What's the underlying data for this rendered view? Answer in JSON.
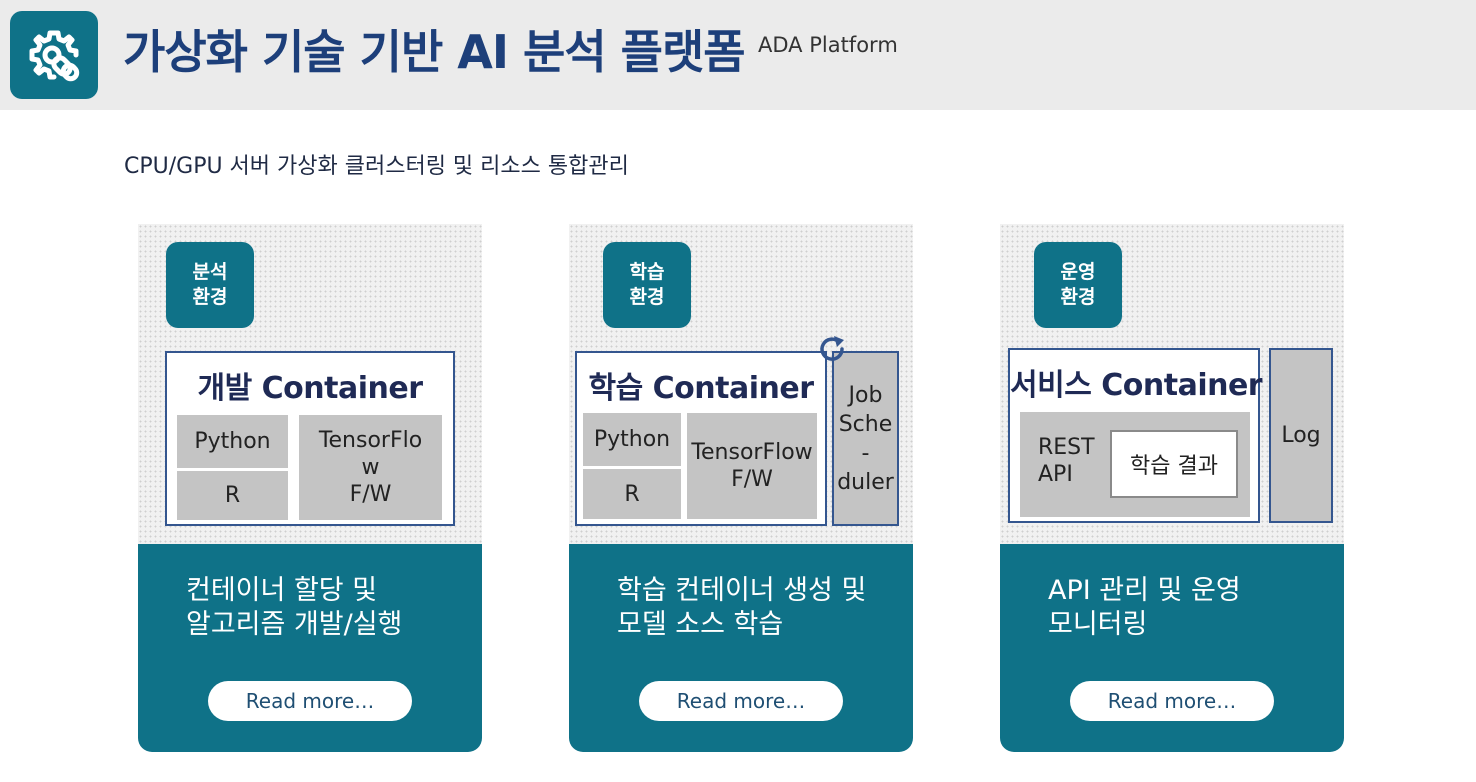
{
  "header": {
    "title": "가상화 기술 기반 AI 분석 플랫폼",
    "subtitle": "ADA Platform",
    "logo_icon": "gear-link-icon"
  },
  "tagline": "CPU/GPU 서버 가상화 클러스터링 및 리소스 통합관리",
  "colors": {
    "accent": "#0f7288",
    "title": "#1d3f7a",
    "cell": "#c4c4c4",
    "border": "#34568f"
  },
  "cards": [
    {
      "badge": [
        "분석",
        "환경"
      ],
      "container_title": "개발 Container",
      "cells": [
        "Python",
        "R",
        "TensorFlo\nw\nF/W"
      ],
      "description": [
        "컨테이너 할당 및",
        "알고리즘 개발/실행"
      ],
      "read_more": "Read more…"
    },
    {
      "badge": [
        "학습",
        "환경"
      ],
      "container_title": "학습 Container",
      "cells": [
        "Python",
        "R",
        "TensorFlow\nF/W"
      ],
      "side_box": "Job\nSche\n-\nduler",
      "side_icon": "refresh-icon",
      "description": [
        "학습 컨테이너 생성 및",
        "모델 소스 학습"
      ],
      "read_more": "Read more…"
    },
    {
      "badge": [
        "운영",
        "환경"
      ],
      "container_title": "서비스 Container",
      "rest_api": "REST\nAPI",
      "result_label": "학습 결과",
      "side_box": "Log",
      "description": [
        "API 관리 및 운영",
        "모니터링"
      ],
      "read_more": "Read more…"
    }
  ]
}
